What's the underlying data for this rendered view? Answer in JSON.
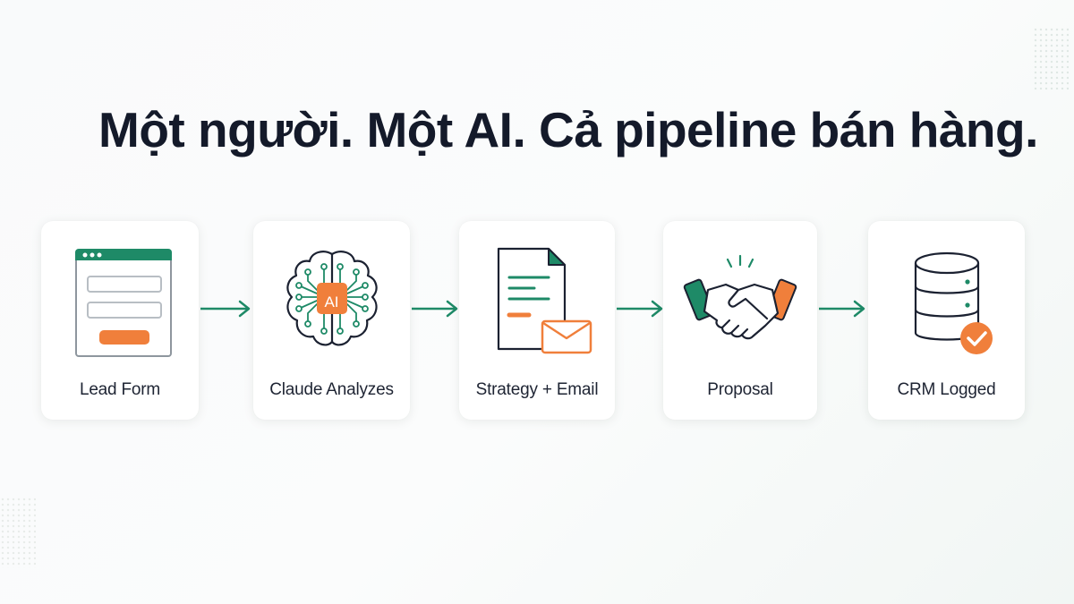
{
  "title": "Một người. Một AI. Cả pipeline bán hàng.",
  "colors": {
    "teal": "#1e8a67",
    "orange": "#f07f3b",
    "ink": "#1b2131"
  },
  "steps": [
    {
      "label": "Lead Form",
      "icon": "web-form-icon"
    },
    {
      "label": "Claude Analyzes",
      "icon": "ai-brain-icon",
      "badge": "AI"
    },
    {
      "label": "Strategy + Email",
      "icon": "document-email-icon"
    },
    {
      "label": "Proposal",
      "icon": "handshake-icon"
    },
    {
      "label": "CRM Logged",
      "icon": "database-check-icon"
    }
  ]
}
